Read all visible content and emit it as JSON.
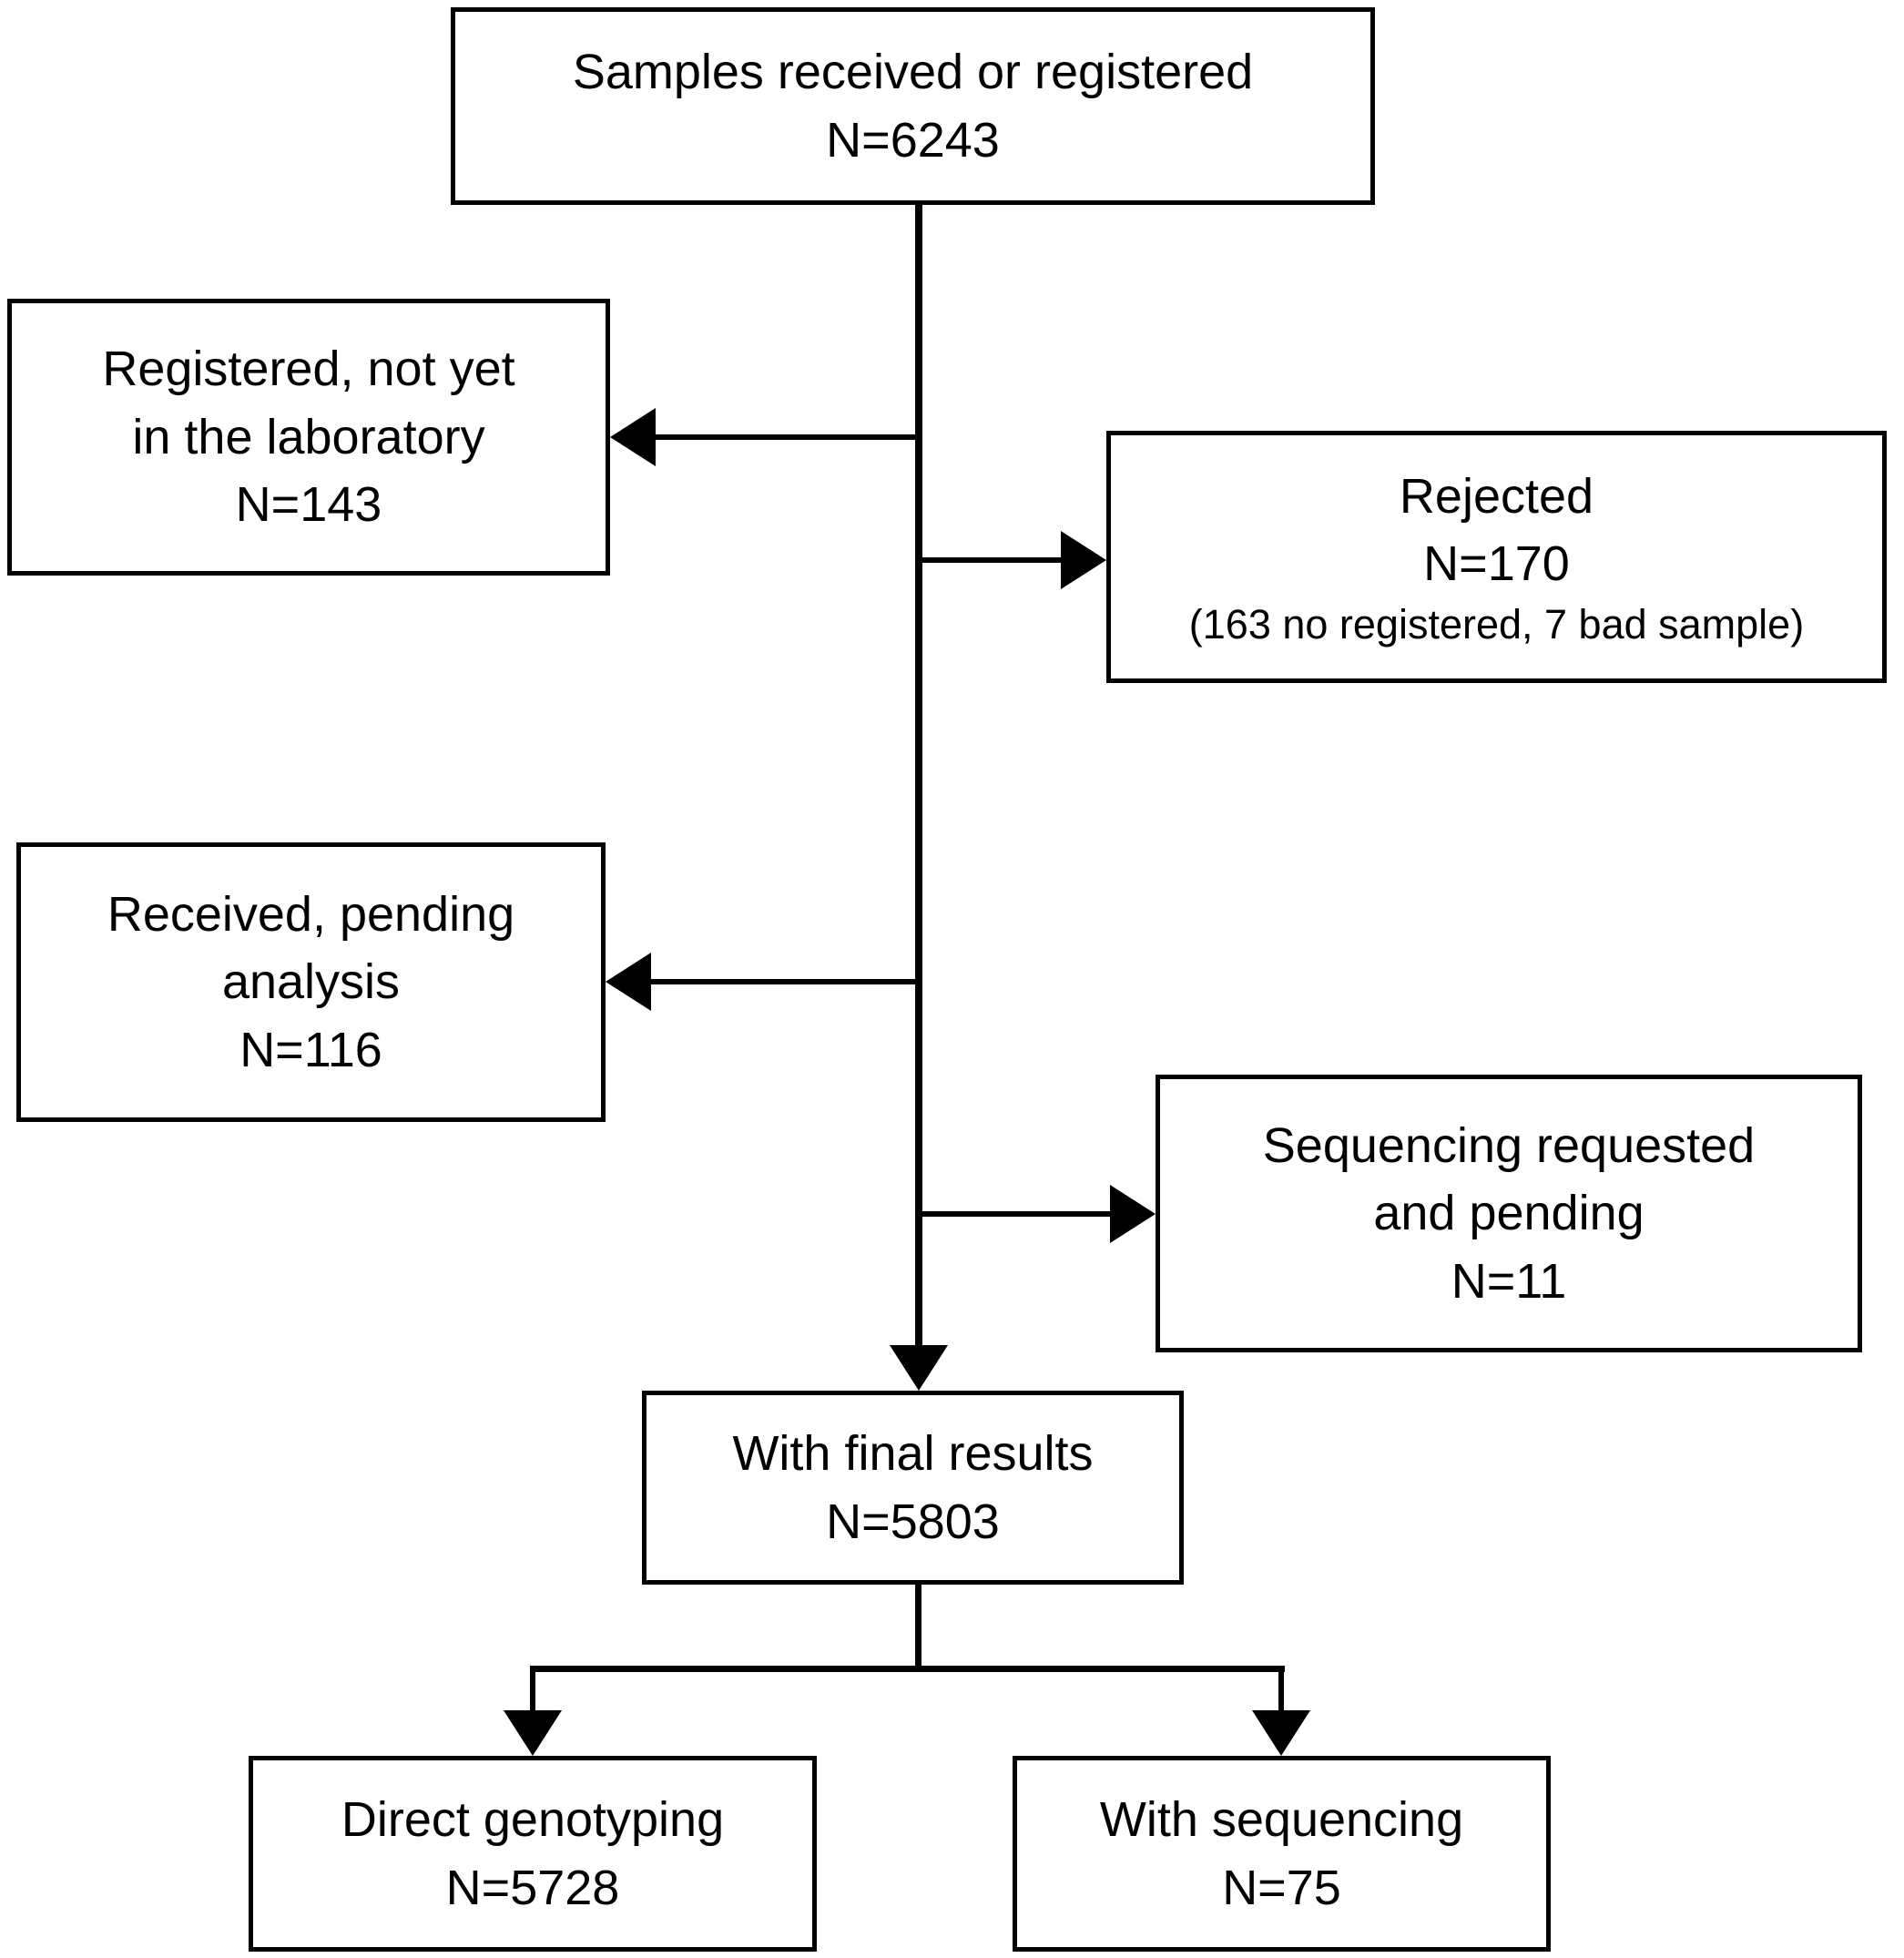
{
  "figure": {
    "background": "#ffffff",
    "line_color": "#000000",
    "type": "flowchart"
  },
  "nodes": {
    "samples": {
      "lines": [
        "Samples received or registered",
        "N=6243"
      ]
    },
    "registered_not_in_lab": {
      "lines": [
        "Registered, not yet",
        "in the laboratory",
        "N=143"
      ]
    },
    "rejected": {
      "lines": [
        "Rejected",
        "N=170"
      ],
      "note": "(163 no registered, 7 bad sample)"
    },
    "received_pending": {
      "lines": [
        "Received, pending",
        "analysis",
        "N=116"
      ]
    },
    "sequencing_pending": {
      "lines": [
        "Sequencing requested",
        "and pending",
        "N=11"
      ]
    },
    "final_results": {
      "lines": [
        "With final results",
        "N=5803"
      ]
    },
    "direct_genotyping": {
      "lines": [
        "Direct genotyping",
        "N=5728"
      ]
    },
    "with_sequencing": {
      "lines": [
        "With sequencing",
        "N=75"
      ]
    }
  }
}
